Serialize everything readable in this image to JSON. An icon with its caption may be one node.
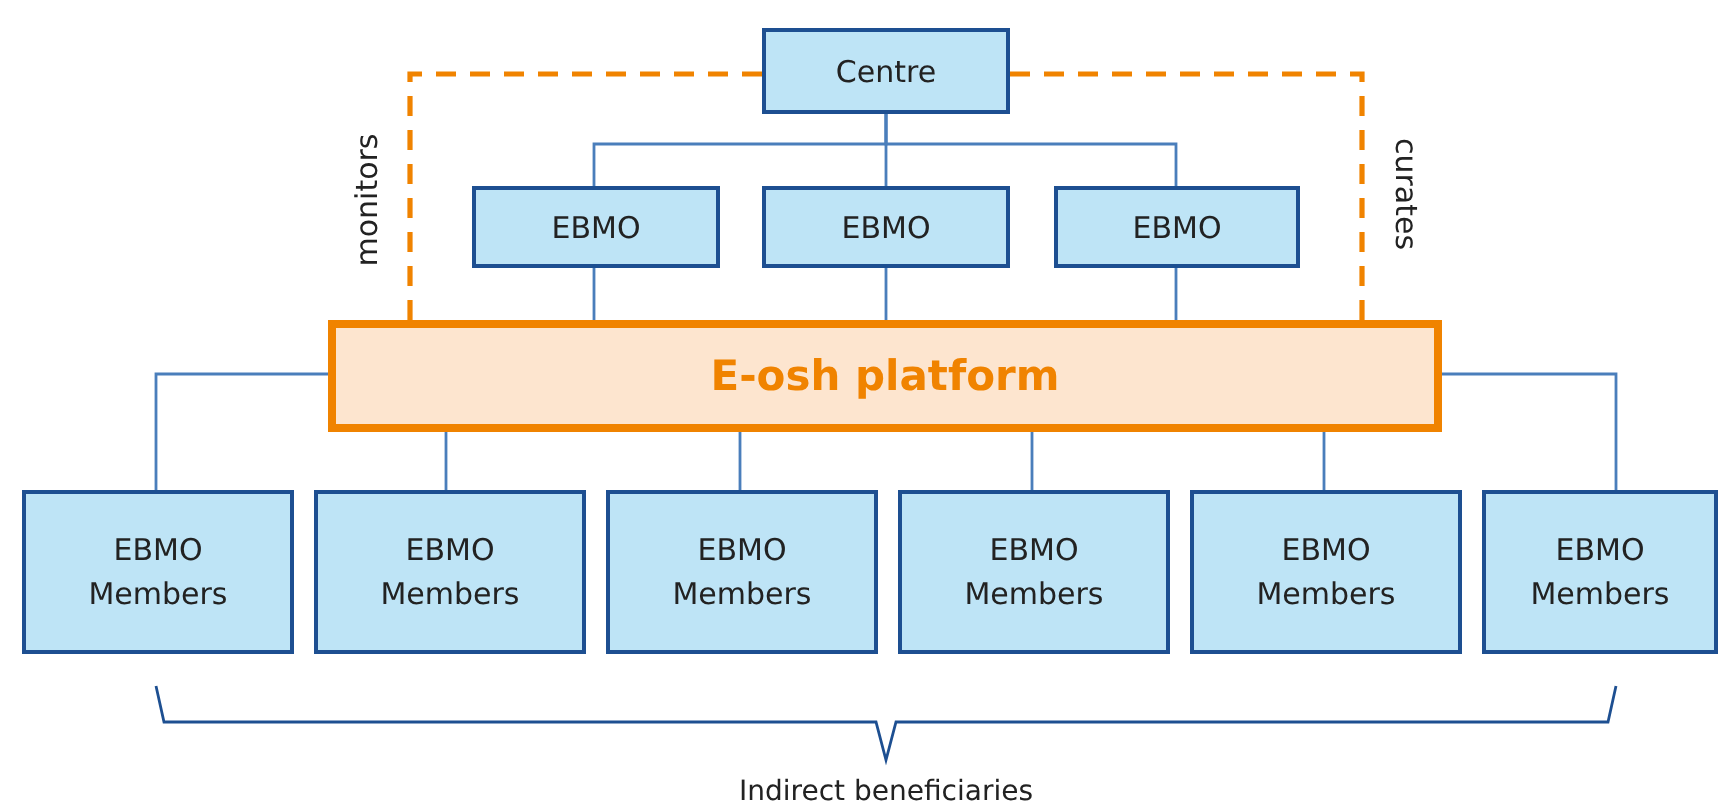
{
  "diagram": {
    "nodes": [
      {
        "text": [
          "Centre"
        ]
      },
      {
        "text": [
          "EBMO"
        ]
      },
      {
        "text": [
          "EBMO"
        ]
      },
      {
        "text": [
          "EBMO"
        ]
      },
      {
        "text": [
          "E-osh platform"
        ]
      },
      {
        "text": [
          "EBMO Members"
        ]
      },
      {
        "text": [
          "EBMO Members"
        ]
      },
      {
        "text": [
          "EBMO Members"
        ]
      },
      {
        "text": [
          "EBMO Members"
        ]
      },
      {
        "text": [
          "EBMO Members"
        ]
      },
      {
        "text": [
          "EBMO Members"
        ]
      }
    ],
    "edges": [
      {
        "from": 0,
        "to": 1,
        "arrow": "none"
      },
      {
        "from": 0,
        "to": 2,
        "arrow": "none"
      },
      {
        "from": 0,
        "to": 3,
        "arrow": "none"
      },
      {
        "from": 1,
        "to": 4,
        "arrow": "none"
      },
      {
        "from": 2,
        "to": 4,
        "arrow": "none"
      },
      {
        "from": 3,
        "to": 4,
        "arrow": "none"
      },
      {
        "from": 4,
        "to": 5,
        "arrow": "none"
      },
      {
        "from": 4,
        "to": 6,
        "arrow": "none"
      },
      {
        "from": 4,
        "to": 7,
        "arrow": "none"
      },
      {
        "from": 4,
        "to": 8,
        "arrow": "none"
      },
      {
        "from": 4,
        "to": 9,
        "arrow": "none"
      },
      {
        "from": 4,
        "to": 10,
        "arrow": "none"
      },
      {
        "from": 0,
        "to": 4,
        "arrow": "none",
        "label": "monitors",
        "style": "dashed",
        "color": "#f08300"
      },
      {
        "from": 0,
        "to": 4,
        "arrow": "none",
        "label": "curates",
        "style": "dashed",
        "color": "#f08300"
      }
    ],
    "labels": [
      "Indirect beneficiaries"
    ]
  }
}
